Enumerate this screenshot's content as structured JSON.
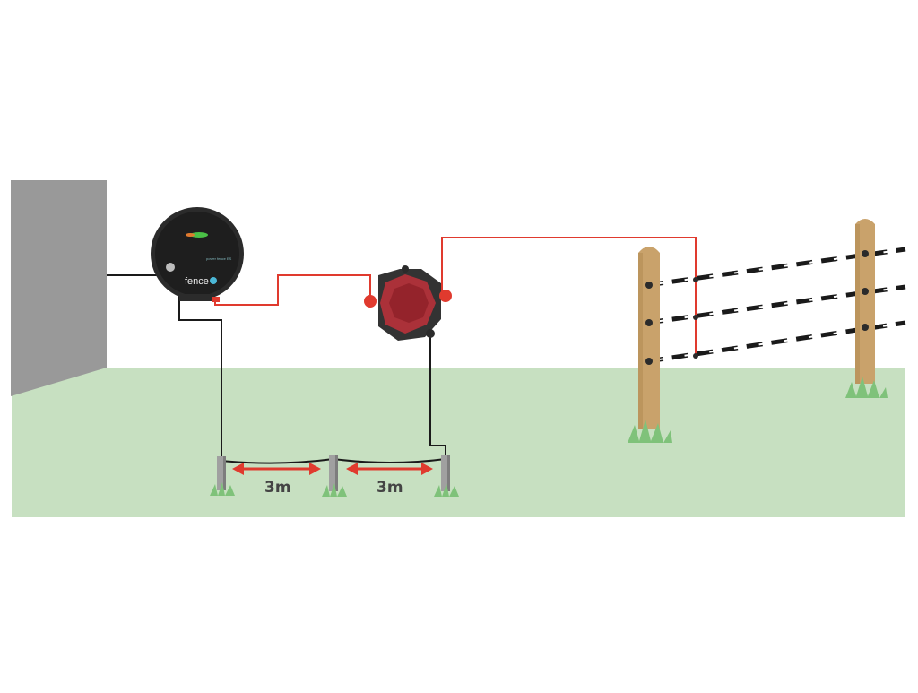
{
  "colors": {
    "grass": "#c7e0c1",
    "wall": "#999999",
    "live_wire": "#e03a2e",
    "earth_wire": "#1a1a1a",
    "arrow": "#e03a2e",
    "wooden_post": "#c9a26b",
    "ground_rod": "#a0a0a0"
  },
  "energizer": {
    "brand": "fence",
    "model": "power fence ES"
  },
  "earth_rods": {
    "spacing_labels": [
      "3m",
      "3m"
    ]
  },
  "icons": {
    "energizer": "energizer-icon",
    "lightning_diverter": "lightning-diverter-icon",
    "ground_rod": "ground-rod-icon",
    "wooden_post": "wooden-post-icon",
    "grass_tuft": "grass-tuft-icon",
    "insulator": "insulator-icon"
  }
}
